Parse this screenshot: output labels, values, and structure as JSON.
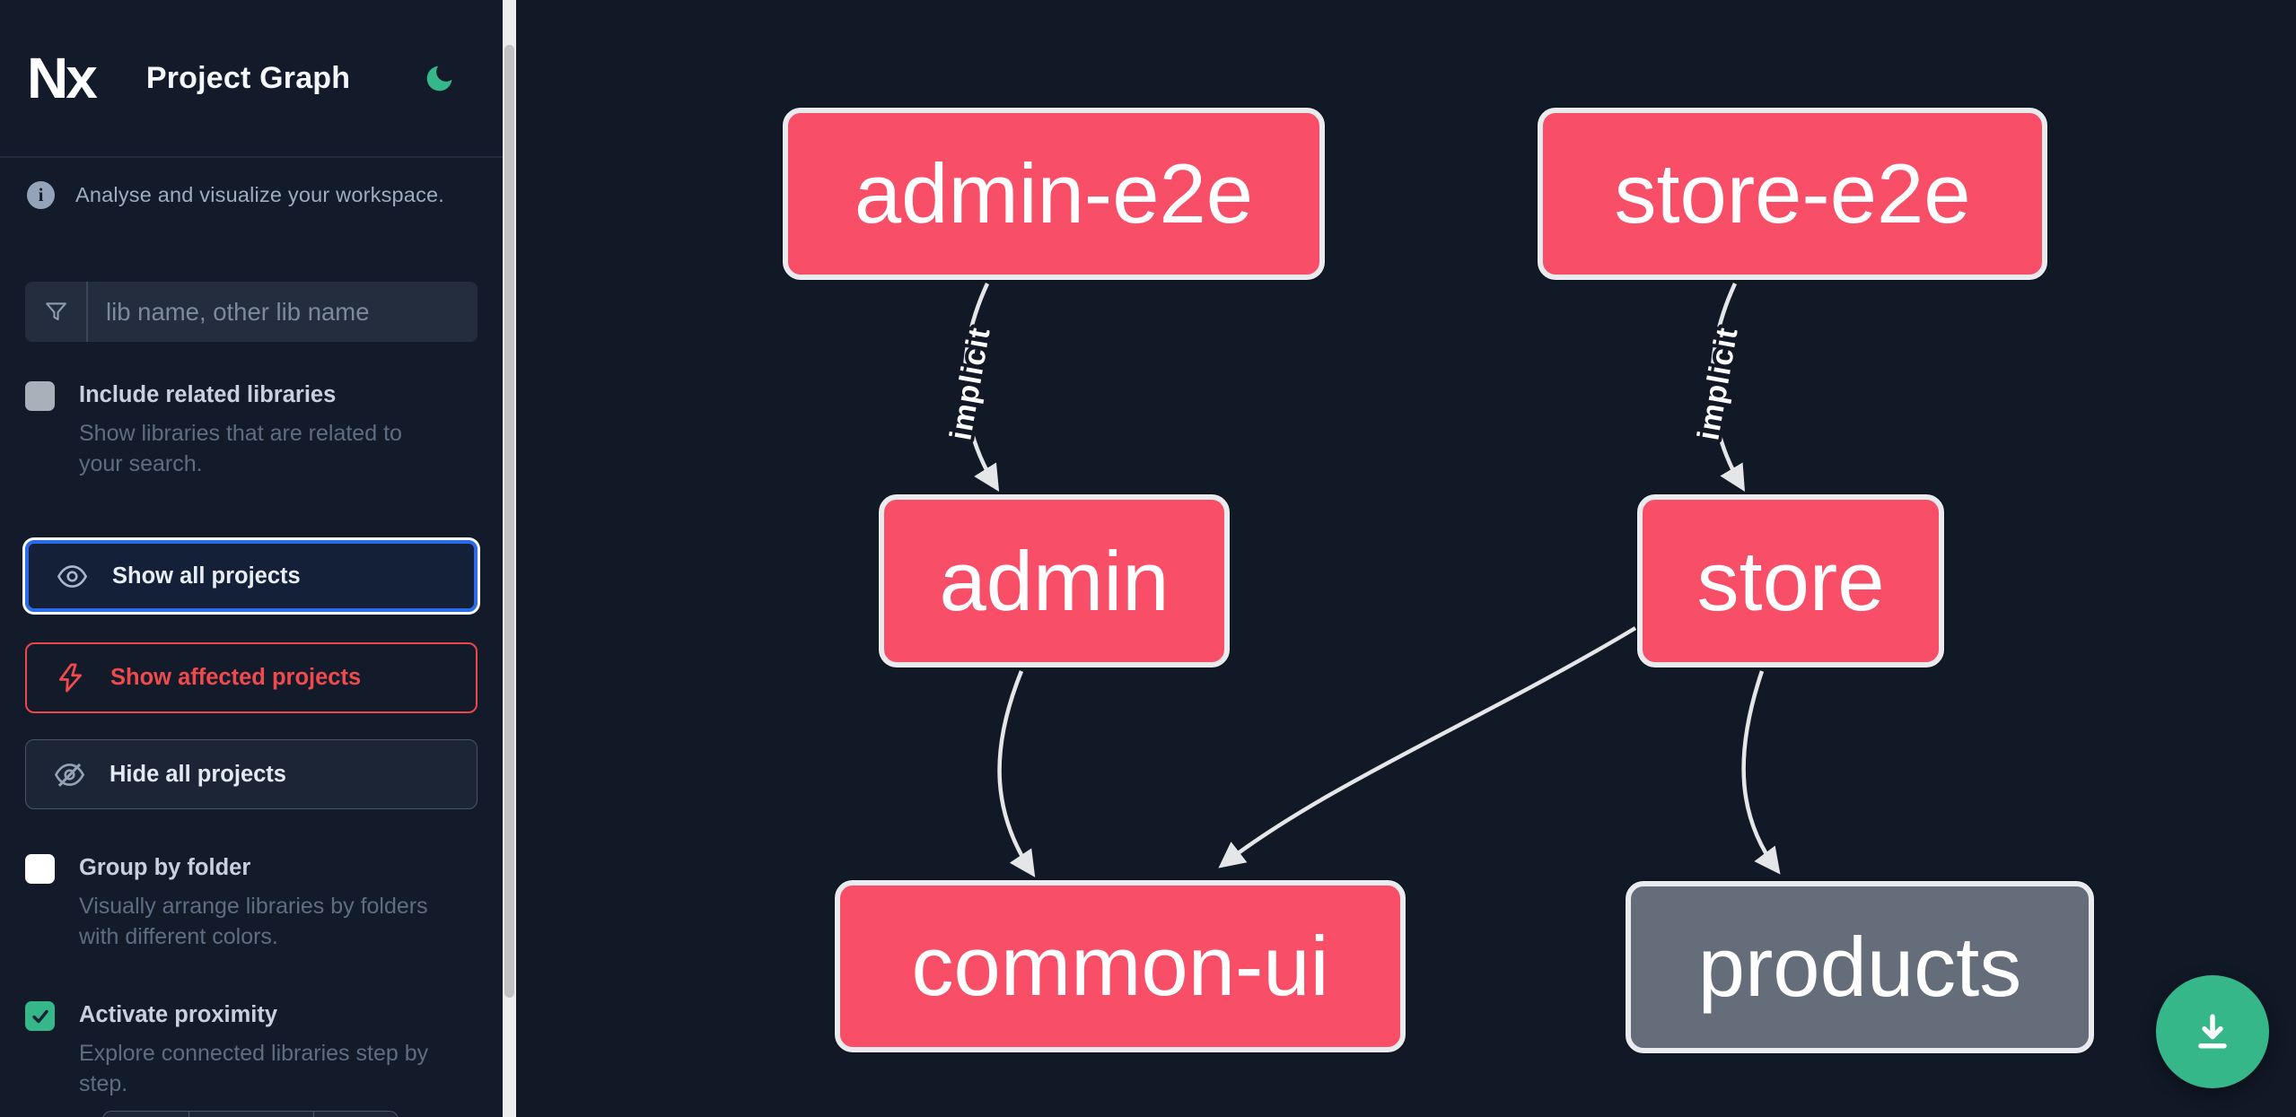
{
  "header": {
    "logo_text": "Nx",
    "title": "Project Graph"
  },
  "sidebar": {
    "tagline": "Analyse and visualize your workspace.",
    "search_placeholder": "lib name, other lib name",
    "options": {
      "include_related": {
        "label": "Include related libraries",
        "description": "Show libraries that are related to your search.",
        "checked": false
      },
      "group_by_folder": {
        "label": "Group by folder",
        "description": "Visually arrange libraries by folders with different colors.",
        "checked": false
      },
      "activate_proximity": {
        "label": "Activate proximity",
        "description": "Explore connected libraries step by step.",
        "checked": true
      }
    },
    "actions": {
      "show_all": "Show all projects",
      "show_affected": "Show affected projects",
      "hide_all": "Hide all projects"
    }
  },
  "graph": {
    "nodes": {
      "admin_e2e": {
        "label": "admin-e2e",
        "state": "highlighted"
      },
      "store_e2e": {
        "label": "store-e2e",
        "state": "highlighted"
      },
      "admin": {
        "label": "admin",
        "state": "highlighted"
      },
      "store": {
        "label": "store",
        "state": "highlighted"
      },
      "common_ui": {
        "label": "common-ui",
        "state": "highlighted"
      },
      "products": {
        "label": "products",
        "state": "muted"
      }
    },
    "edges": [
      {
        "source": "admin-e2e",
        "target": "admin",
        "label": "implicit"
      },
      {
        "source": "store-e2e",
        "target": "store",
        "label": "implicit"
      },
      {
        "source": "admin",
        "target": "common-ui",
        "label": ""
      },
      {
        "source": "store",
        "target": "common-ui",
        "label": ""
      },
      {
        "source": "store",
        "target": "products",
        "label": ""
      }
    ]
  },
  "colors": {
    "node_highlighted": "#f84e68",
    "node_muted": "#666d7a",
    "accent_green": "#35b789",
    "focus_blue": "#2b6be8",
    "affected_red": "#ee4649"
  },
  "fab": {
    "icon": "download"
  }
}
